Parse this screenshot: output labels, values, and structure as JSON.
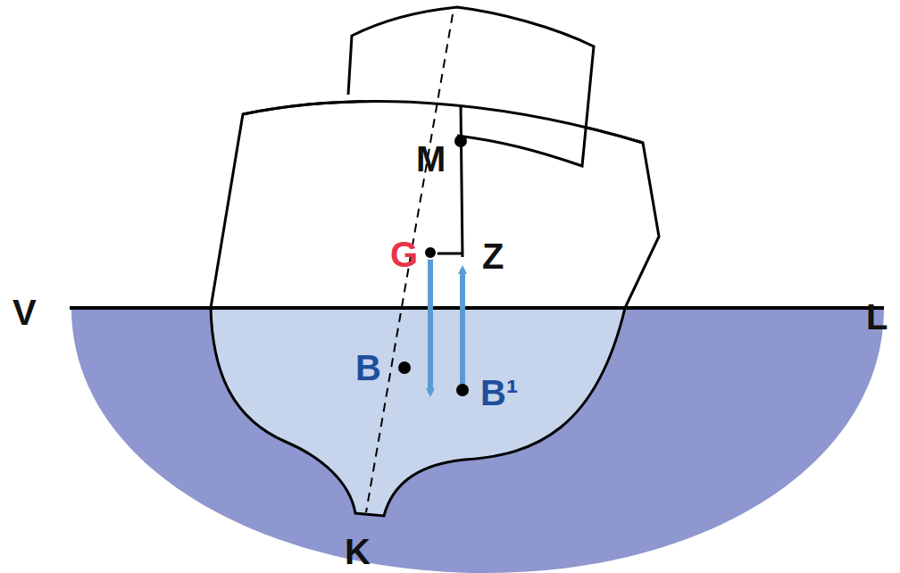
{
  "diagram": {
    "labels": [
      "M",
      "G",
      "Z",
      "V",
      "L",
      "B",
      "B¹",
      "K"
    ]
  }
}
